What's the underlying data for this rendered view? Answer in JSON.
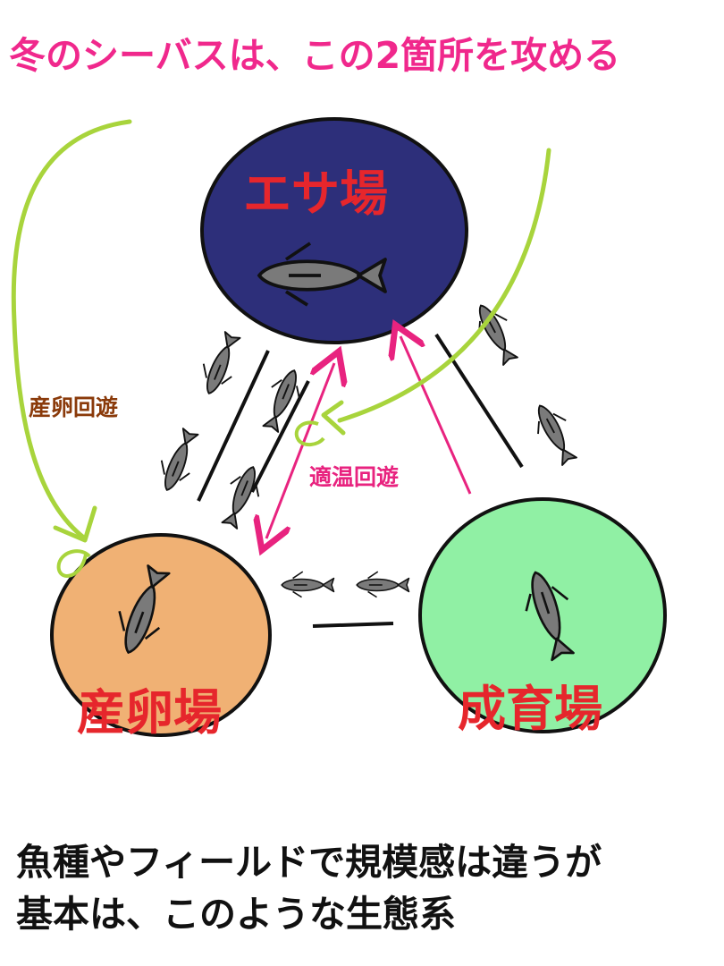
{
  "title": "冬のシーバスは、この2箇所を攻める",
  "nodes": {
    "feeding": "エサ場",
    "spawning": "産卵場",
    "nursery": "成育場"
  },
  "arrows": {
    "spawning_migration": "産卵回遊",
    "temperature_migration": "適温回遊"
  },
  "caption": {
    "line1": "魚種やフィールドで規模感は違うが",
    "line2": "基本は、このような生態系"
  },
  "colors": {
    "title": "#f0288c",
    "feeding_fill": "#2d2f7a",
    "spawning_fill": "#f0b174",
    "nursery_fill": "#90f0a4",
    "node_text": "#e6262c",
    "green_arrow": "#a8d43c",
    "pink_arrow": "#e8237f",
    "brown_text": "#8a3a0a"
  }
}
